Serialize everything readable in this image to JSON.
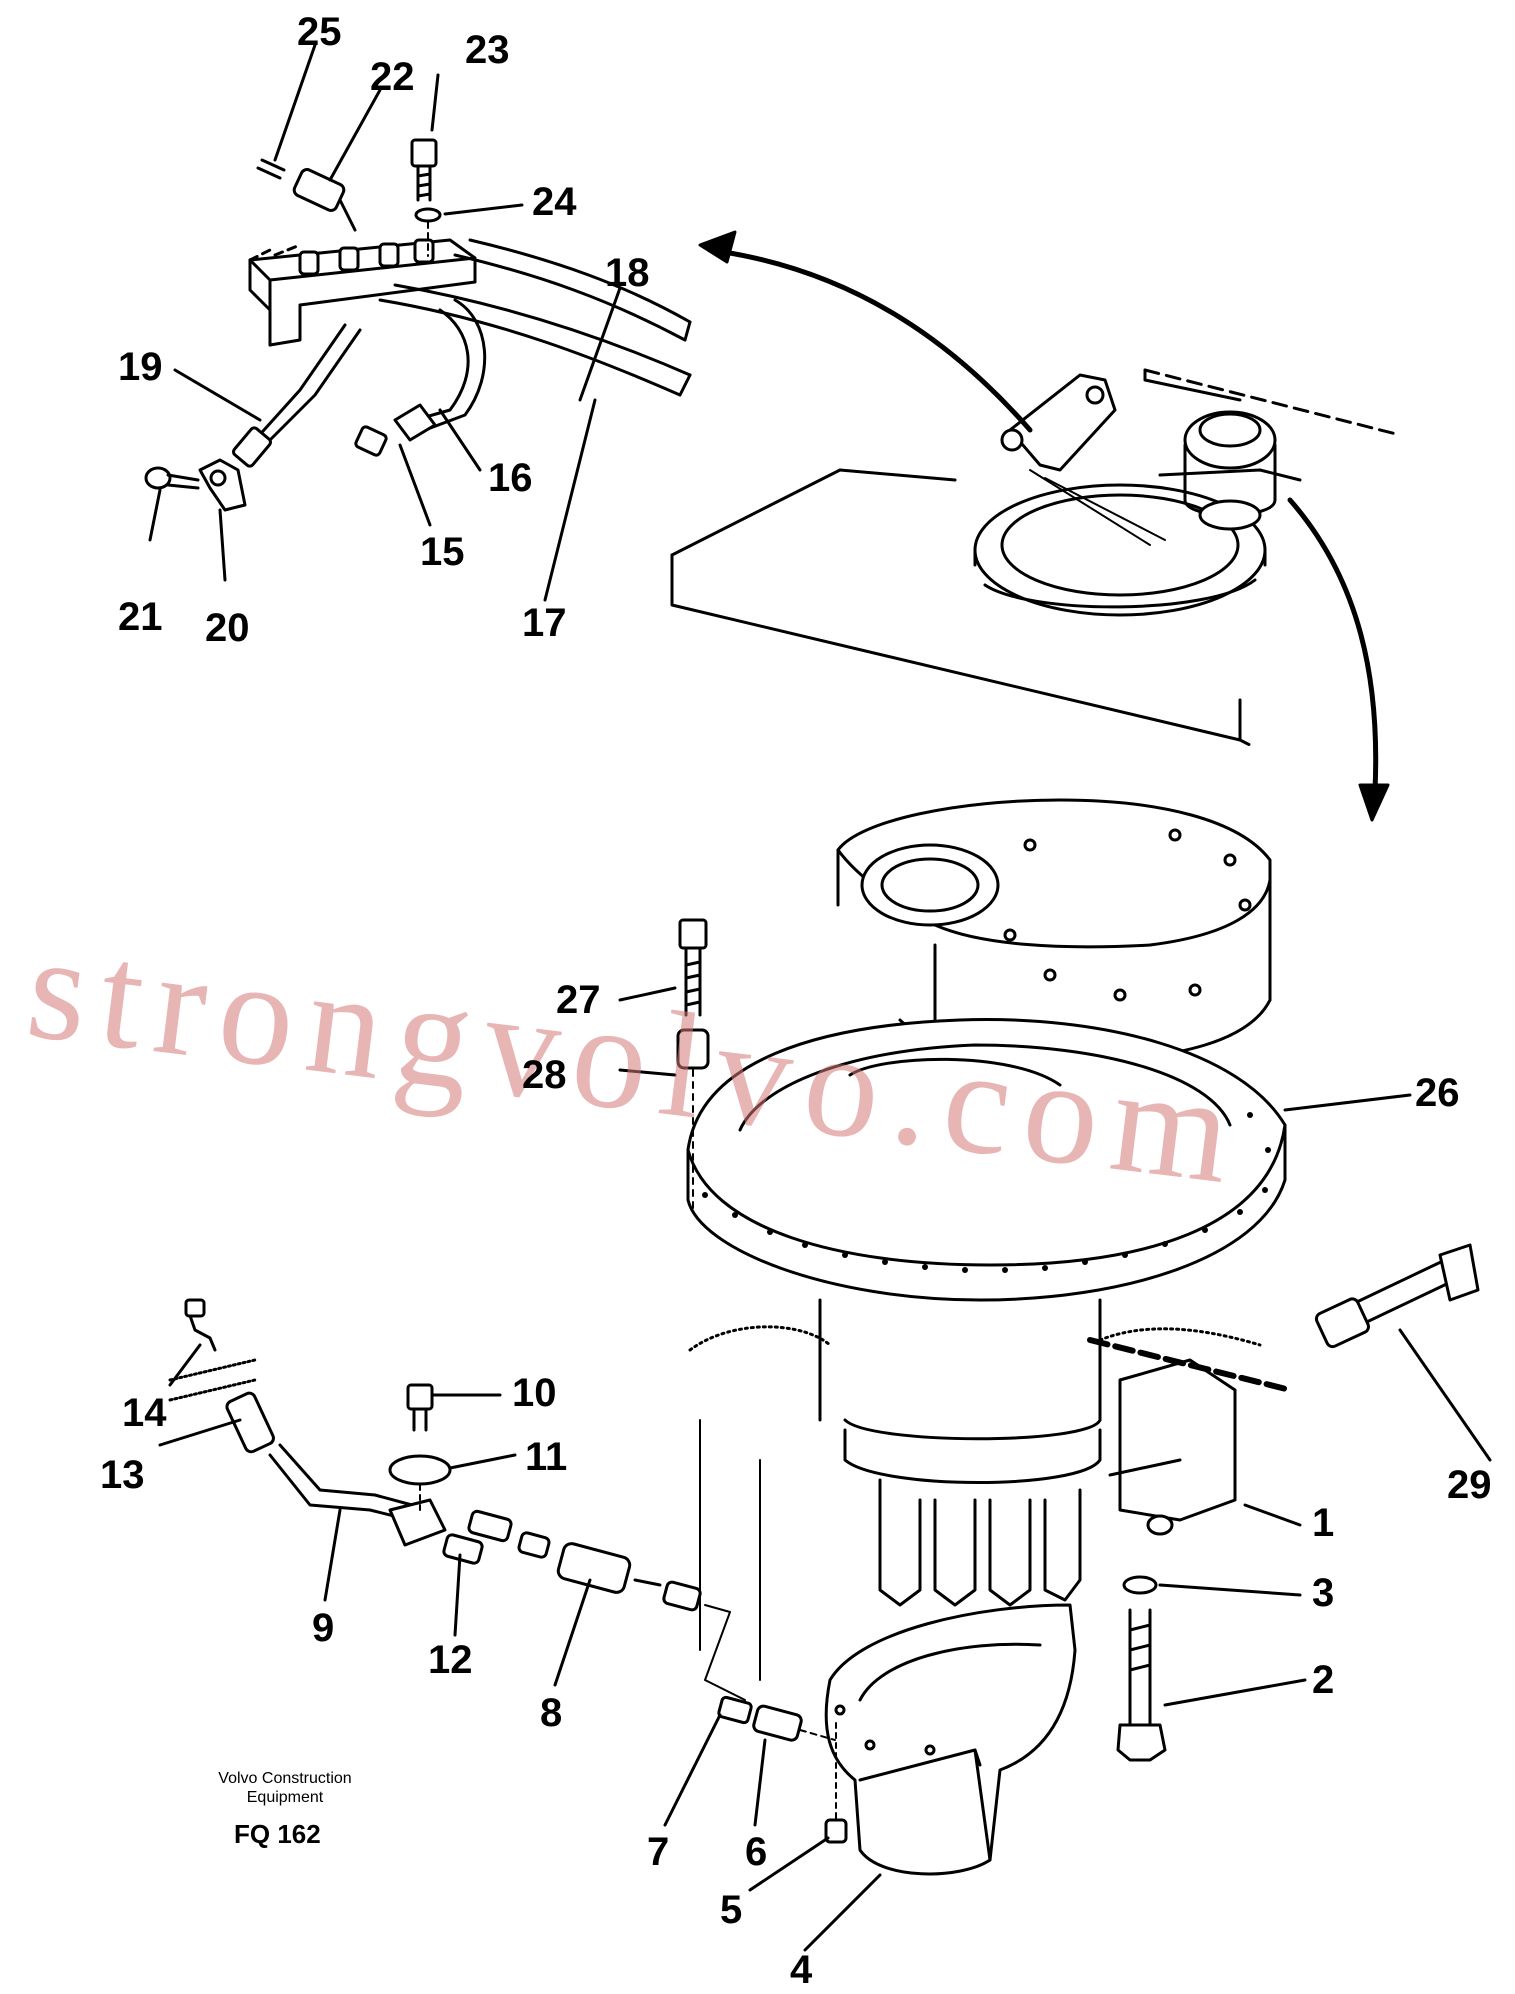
{
  "watermark": "strongvolvo.com",
  "caption": {
    "company_line1": "Volvo Construction",
    "company_line2": "Equipment",
    "code": "FQ 162"
  },
  "callouts": [
    "1",
    "2",
    "3",
    "4",
    "5",
    "6",
    "7",
    "8",
    "9",
    "10",
    "11",
    "12",
    "13",
    "14",
    "15",
    "16",
    "17",
    "18",
    "19",
    "20",
    "21",
    "22",
    "23",
    "24",
    "25",
    "26",
    "27",
    "28",
    "29"
  ]
}
